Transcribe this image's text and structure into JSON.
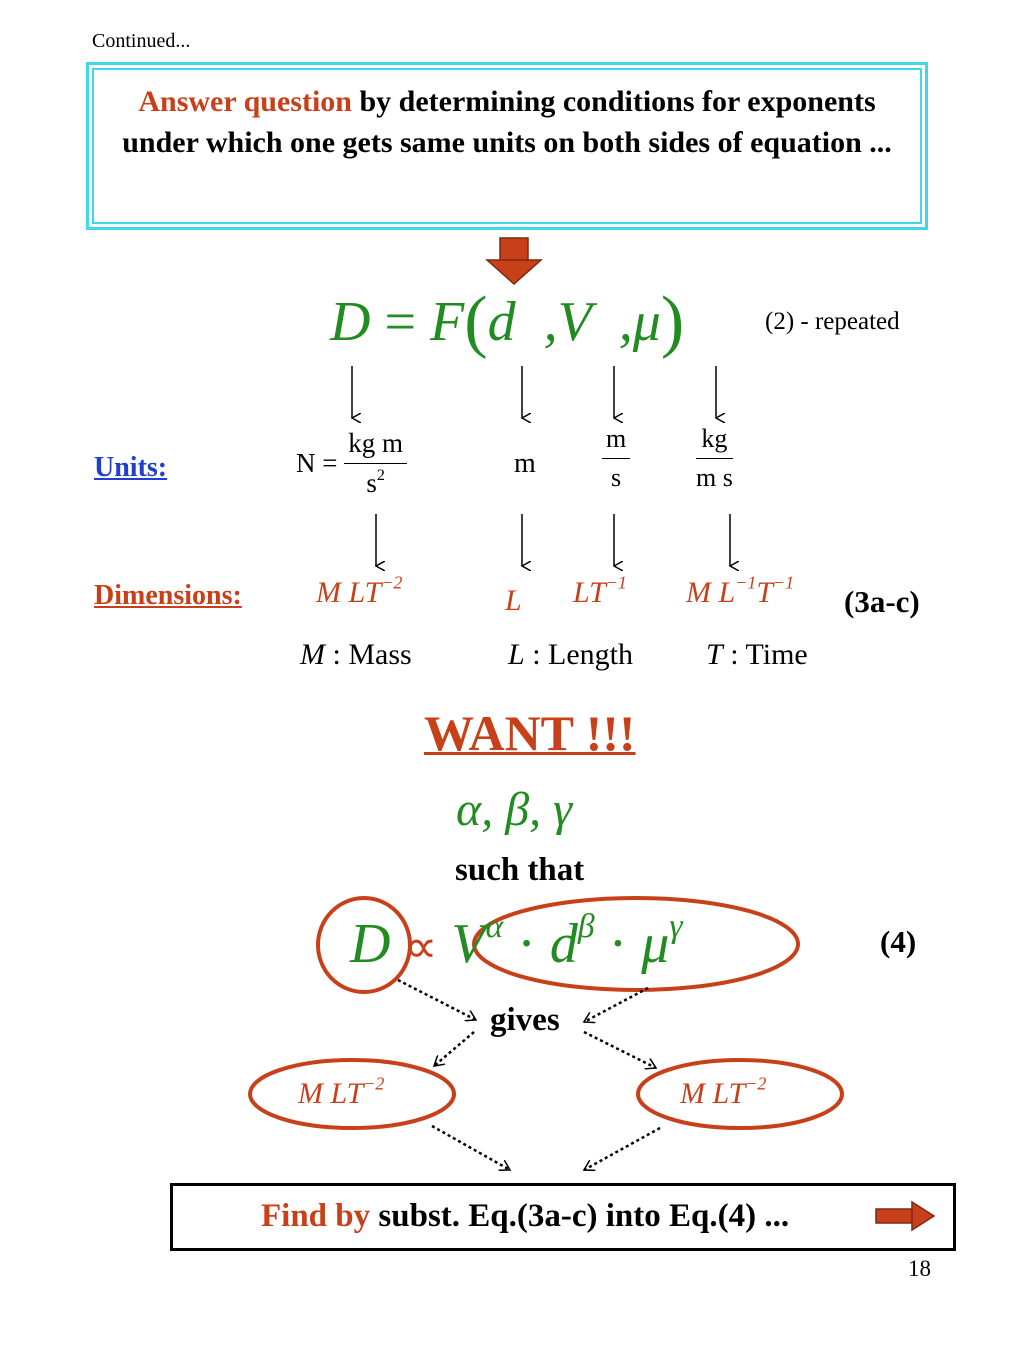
{
  "header": {
    "continued": "Continued..."
  },
  "question": {
    "highlight": "Answer question",
    "text": " by determining conditions for exponents under which one gets same units on both sides of equation ..."
  },
  "equation": {
    "lhs": "D",
    "eq": "=",
    "func": "F",
    "arg1": "d",
    "arg2": ",V",
    "arg3": ",μ",
    "note": "(2) - repeated"
  },
  "units": {
    "label": "Units:",
    "force_lhs": "N =",
    "force_num": "kg m",
    "force_den": "s",
    "force_den_exp": "2",
    "length": "m",
    "velocity_num": "m",
    "velocity_den": "s",
    "viscosity_num": "kg",
    "viscosity_den": "m s"
  },
  "dimensions": {
    "label": "Dimensions:",
    "drag": {
      "base": "M LT",
      "exp": "−2"
    },
    "length": "L",
    "velocity": {
      "base": "LT",
      "exp": "−1"
    },
    "viscosity": {
      "m": "M L",
      "l_exp": "−1",
      "t": "T",
      "t_exp": "−1"
    },
    "tag": "(3a-c)"
  },
  "legend": {
    "mass_sym": "M",
    "mass_text": " : Mass",
    "length_sym": "L",
    "length_text": " : Length",
    "time_sym": "T",
    "time_text": " : Time"
  },
  "want": {
    "title": "WANT !!!",
    "greek": "α, β, γ",
    "such_that": "such that"
  },
  "eq4": {
    "lhs": "D",
    "prop": "∝",
    "v": "V",
    "alpha": "α",
    "dot": " · ",
    "d": "d",
    "beta": "β",
    "mu": "μ",
    "gamma": "γ",
    "tag": "(4)"
  },
  "gives": "gives",
  "results": {
    "left": {
      "base": "M LT",
      "exp": "−2"
    },
    "right": {
      "base": "M LT",
      "exp": "−2"
    }
  },
  "find": {
    "highlight": "Find by",
    "text": " subst. Eq.(3a-c) into Eq.(4) ..."
  },
  "page_number": "18",
  "colors": {
    "accent_red": "#c8401a",
    "equation_green": "#228b22",
    "box_cyan": "#40d8e8",
    "units_blue": "#1f3fcc"
  },
  "icons": [
    "down-arrow-icon",
    "right-arrow-icon"
  ]
}
